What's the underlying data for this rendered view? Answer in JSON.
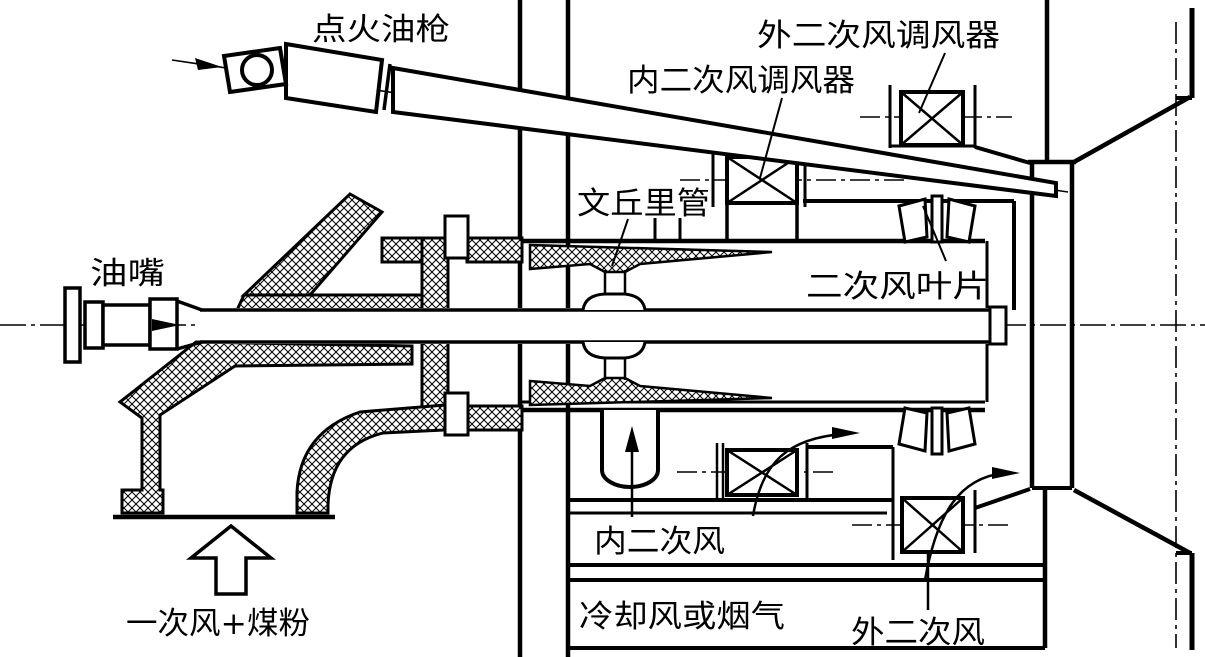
{
  "diagram": {
    "kind": "burner-section-technical-drawing",
    "line_color": "#000000",
    "background_color": "#ffffff",
    "labels": {
      "ignition_oil_gun": "点火油枪",
      "outer_secondary_damper": "外二次风调风器",
      "inner_secondary_damper": "内二次风调风器",
      "venturi_tube": "文丘里管",
      "oil_nozzle": "油嘴",
      "secondary_air_vane": "二次风叶片",
      "inner_secondary_air": "内二次风",
      "primary_air_coal": "一次风+煤粉",
      "cooling_air_or_flue_gas": "冷却风或烟气",
      "outer_secondary_air": "外二次风"
    }
  }
}
